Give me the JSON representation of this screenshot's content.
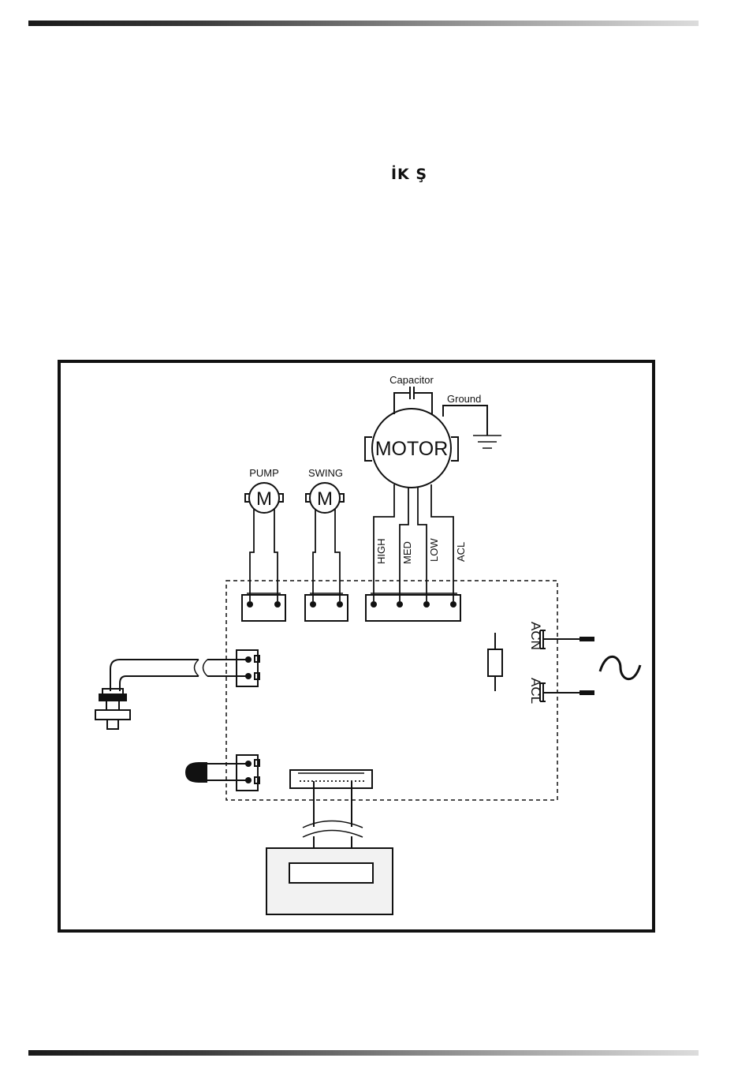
{
  "page": {
    "heading": "İK Ş"
  },
  "diagram": {
    "motor_label": "MOTOR",
    "capacitor_label": "Capacitor",
    "ground_label": "Ground",
    "pump_label": "PUMP",
    "swing_label": "SWING",
    "small_motor_symbol": "M",
    "speed_wires": [
      "HIGH",
      "MED",
      "LOW",
      "ACL"
    ],
    "power_terminals": [
      "ACN",
      "ACL"
    ],
    "ac_symbol": "~",
    "colors": {
      "line": "#111111",
      "display_fill": "#f2f2f2"
    }
  }
}
